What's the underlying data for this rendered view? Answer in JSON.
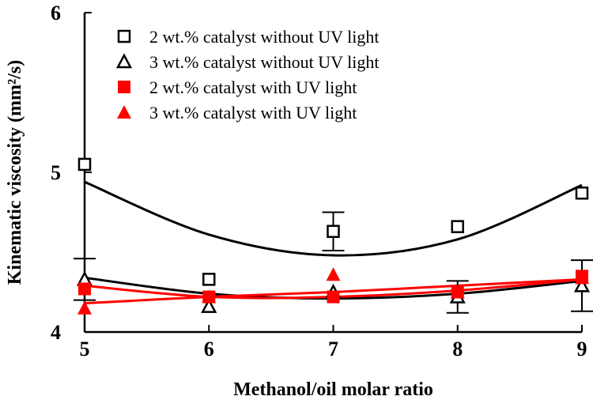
{
  "chart_data": {
    "type": "scatter",
    "title": "",
    "xlabel": "Methanol/oil molar ratio",
    "ylabel": "Kinematic viscosity (mm²/s)",
    "xlim": [
      5,
      9
    ],
    "ylim": [
      4,
      6
    ],
    "x_ticks": [
      "5",
      "6",
      "7",
      "8",
      "9"
    ],
    "y_ticks": [
      "4",
      "5",
      "6"
    ],
    "grid": false,
    "legend_position": "top",
    "series": [
      {
        "name": "2 wt.% catalyst without UV light",
        "marker": "open-square",
        "color": "#000000",
        "x": [
          5,
          6,
          7,
          8,
          9
        ],
        "y": [
          5.05,
          4.33,
          4.63,
          4.66,
          4.87
        ],
        "err": [
          0,
          0,
          0.12,
          0,
          0
        ],
        "fit": [
          [
            5,
            4.94
          ],
          [
            6,
            4.61
          ],
          [
            7,
            4.48
          ],
          [
            8,
            4.58
          ],
          [
            9,
            4.92
          ]
        ]
      },
      {
        "name": "3 wt.% catalyst without UV light",
        "marker": "open-triangle",
        "color": "#000000",
        "x": [
          5,
          6,
          7,
          8,
          9
        ],
        "y": [
          4.33,
          4.16,
          4.25,
          4.22,
          4.29
        ],
        "err": [
          0.13,
          0,
          0,
          0.1,
          0.16
        ],
        "fit": [
          [
            5,
            4.34
          ],
          [
            6,
            4.24
          ],
          [
            7,
            4.21
          ],
          [
            8,
            4.24
          ],
          [
            9,
            4.32
          ]
        ]
      },
      {
        "name": "2 wt.% catalyst with UV light",
        "marker": "filled-square",
        "color": "#ff0000",
        "x": [
          5,
          6,
          7,
          8,
          9
        ],
        "y": [
          4.27,
          4.22,
          4.22,
          4.25,
          4.35
        ],
        "err": [
          0,
          0,
          0,
          0,
          0
        ],
        "fit": [
          [
            5,
            4.29
          ],
          [
            6,
            4.22
          ],
          [
            7,
            4.22
          ],
          [
            8,
            4.26
          ],
          [
            9,
            4.33
          ]
        ]
      },
      {
        "name": "3 wt.% catalyst with UV light",
        "marker": "filled-triangle",
        "color": "#ff0000",
        "x": [
          5,
          6,
          7,
          8,
          9
        ],
        "y": [
          4.15,
          4.22,
          4.36,
          4.25,
          4.34
        ],
        "err": [
          0,
          0,
          0,
          0,
          0
        ],
        "fit": [
          [
            5,
            4.18
          ],
          [
            6,
            4.22
          ],
          [
            7,
            4.25
          ],
          [
            8,
            4.29
          ],
          [
            9,
            4.33
          ]
        ]
      }
    ]
  }
}
